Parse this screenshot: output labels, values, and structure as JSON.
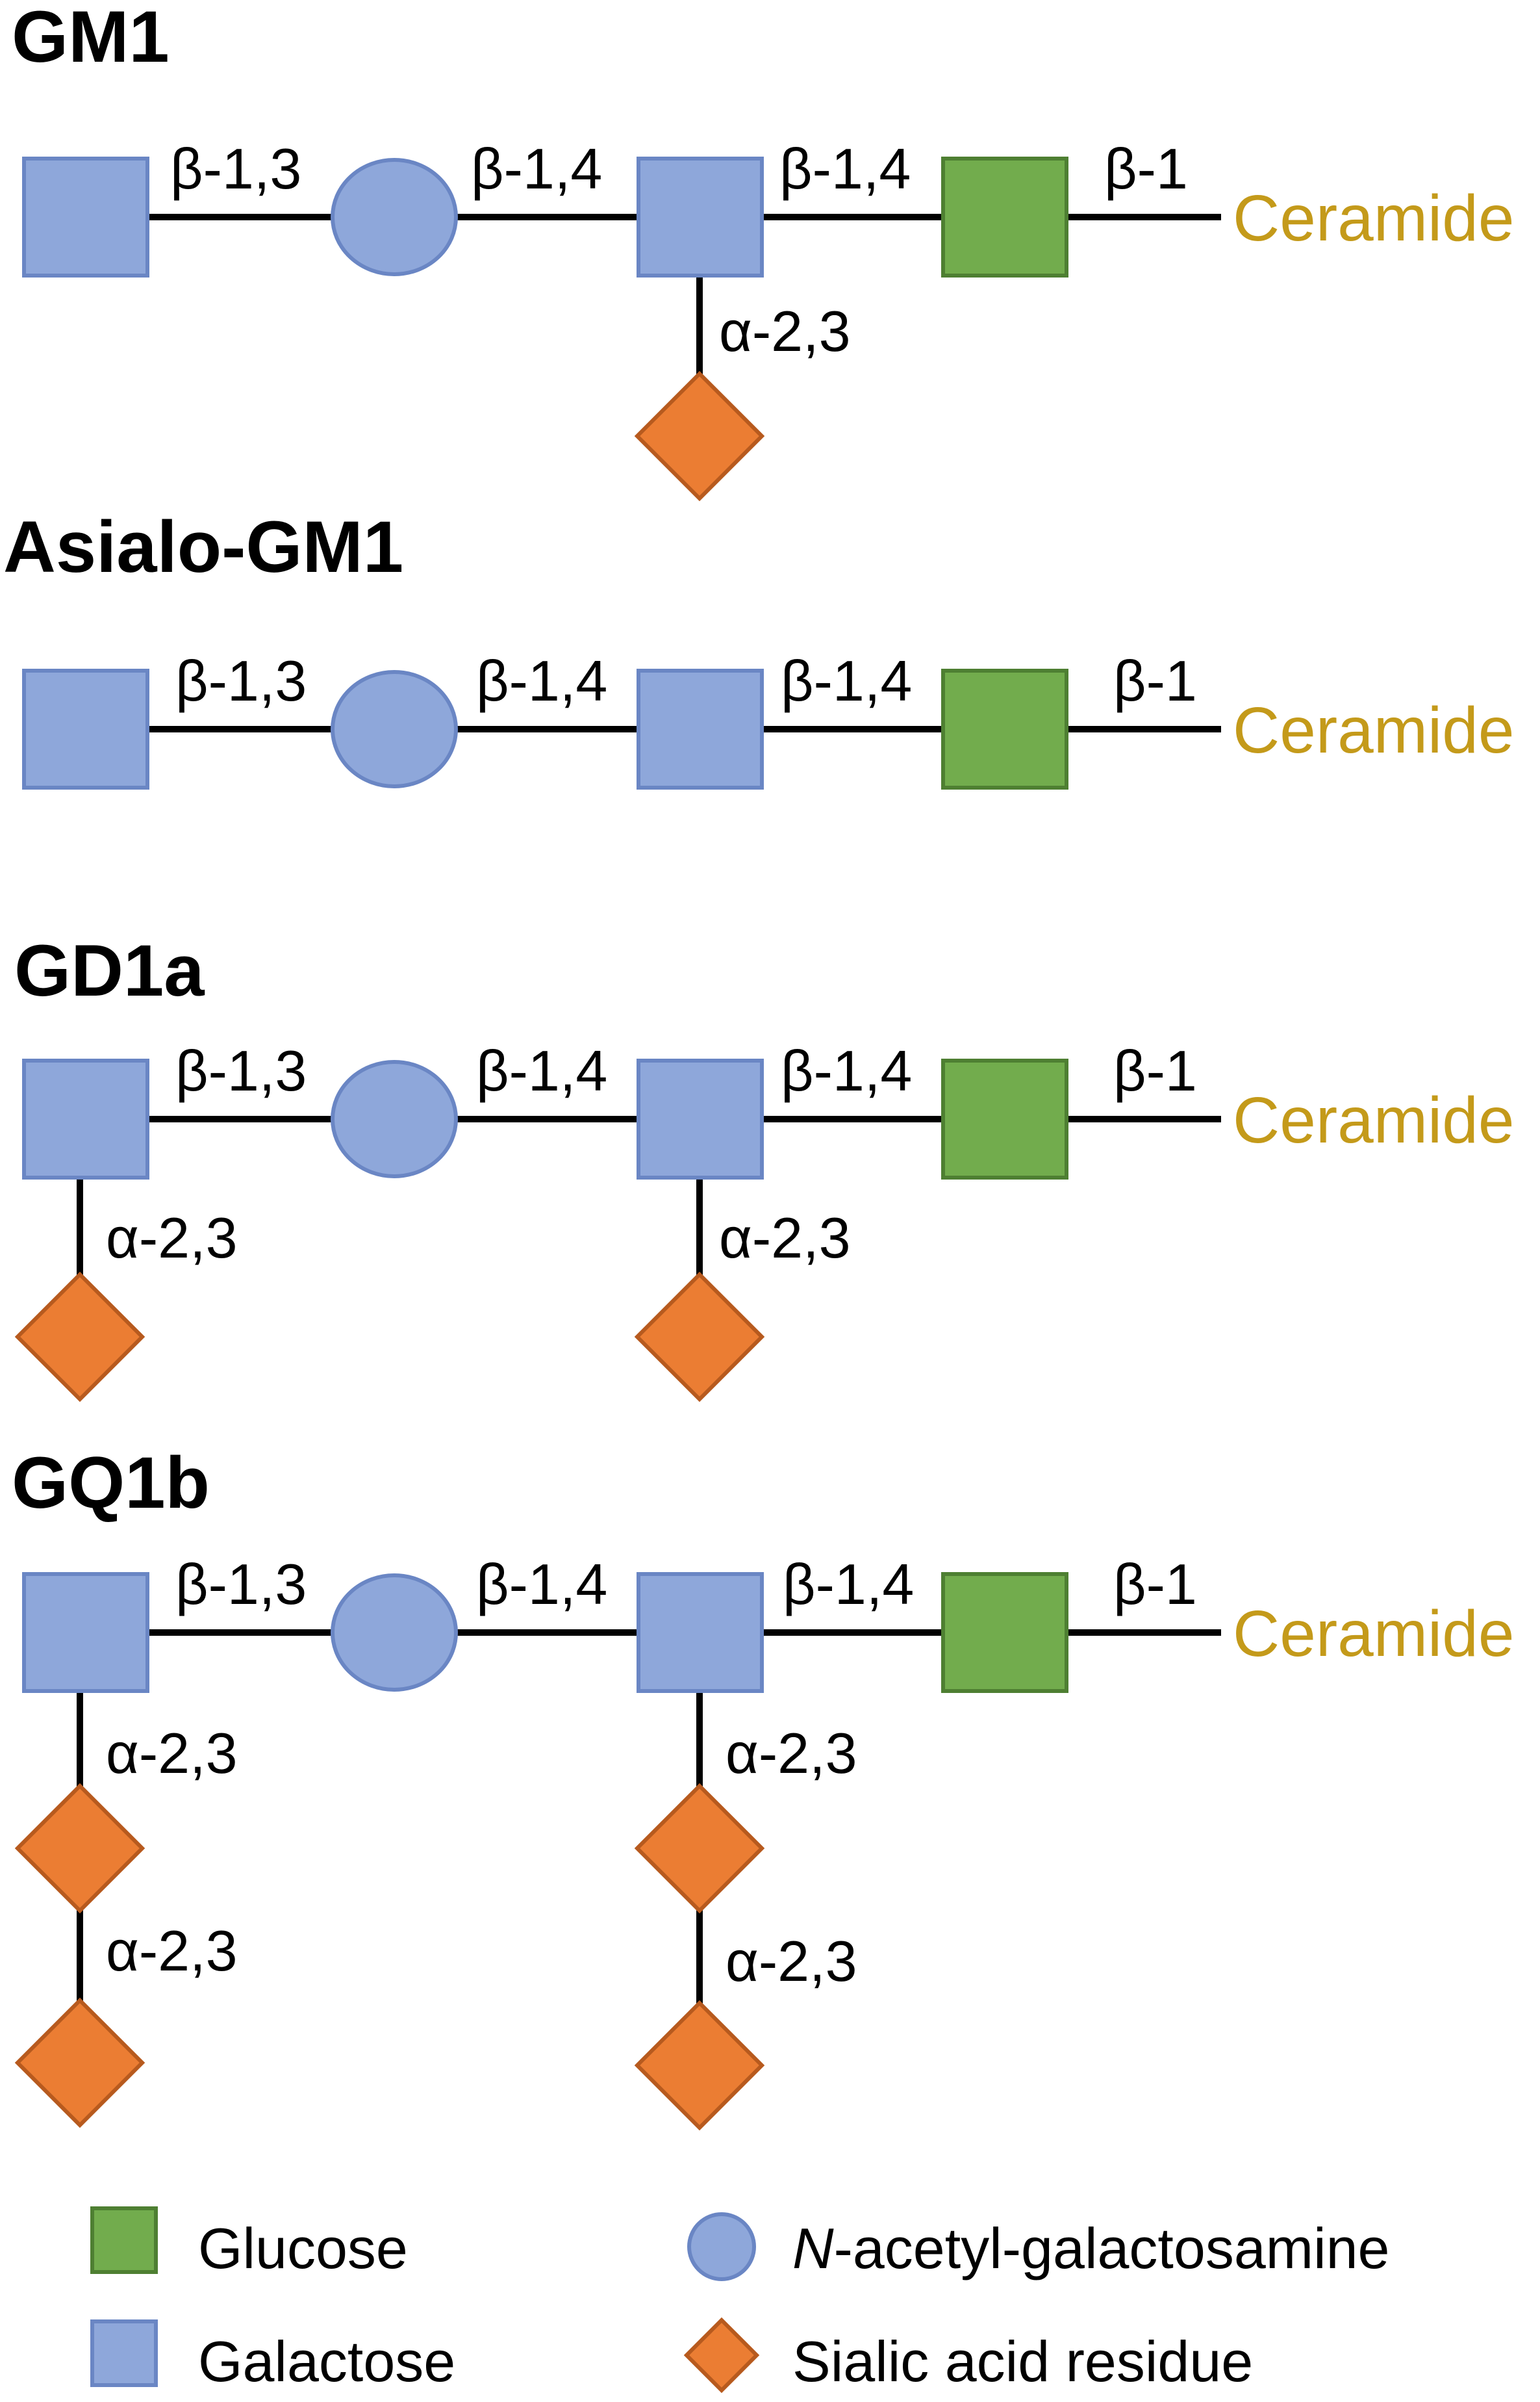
{
  "colors": {
    "galactose_fill": "#8EA7DA",
    "galactose_stroke": "#6A86C4",
    "glucose_fill": "#72AC4D",
    "glucose_stroke": "#4E7F32",
    "sialic_fill": "#EB7D33",
    "sialic_stroke": "#B75A1E",
    "ceramide_text": "#C49A1A",
    "bond": "#000000"
  },
  "structures": [
    {
      "name": "GM1",
      "main_links": [
        "β-1,3",
        "β-1,4",
        "β-1,4",
        "β-1"
      ],
      "end_label": "Ceramide",
      "branches": [
        {
          "attach": 2,
          "links": [
            "α-2,3"
          ]
        }
      ]
    },
    {
      "name": "Asialo-GM1",
      "main_links": [
        "β-1,3",
        "β-1,4",
        "β-1,4",
        "β-1"
      ],
      "end_label": "Ceramide",
      "branches": []
    },
    {
      "name": "GD1a",
      "main_links": [
        "β-1,3",
        "β-1,4",
        "β-1,4",
        "β-1"
      ],
      "end_label": "Ceramide",
      "branches": [
        {
          "attach": 0,
          "links": [
            "α-2,3"
          ]
        },
        {
          "attach": 2,
          "links": [
            "α-2,3"
          ]
        }
      ]
    },
    {
      "name": "GQ1b",
      "main_links": [
        "β-1,3",
        "β-1,4",
        "β-1,4",
        "β-1"
      ],
      "end_label": "Ceramide",
      "branches": [
        {
          "attach": 0,
          "links": [
            "α-2,3",
            "α-2,3"
          ]
        },
        {
          "attach": 2,
          "links": [
            "α-2,3",
            "α-2,3"
          ]
        }
      ]
    }
  ],
  "legend": {
    "glucose": "Glucose",
    "galactose": "Galactose",
    "nacetyl_prefix": "N",
    "nacetyl_rest": "-acetyl-galactosamine",
    "sialic": "Sialic acid residue"
  }
}
